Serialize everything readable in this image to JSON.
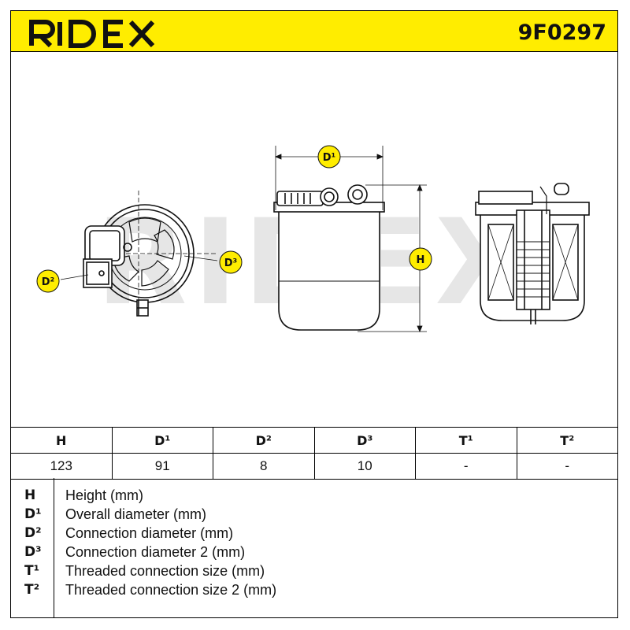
{
  "brand": {
    "name": "RIDEX",
    "part_number": "9F0297",
    "header_color": "#ffed00"
  },
  "drawing": {
    "watermark": "RIDEX",
    "labels": {
      "d1": "D¹",
      "d2": "D²",
      "d3": "D³",
      "h": "H"
    }
  },
  "table": {
    "headers": [
      "H",
      "D¹",
      "D²",
      "D³",
      "T¹",
      "T²"
    ],
    "values": [
      "123",
      "91",
      "8",
      "10",
      "-",
      "-"
    ]
  },
  "legend": [
    {
      "symbol": "H",
      "description": "Height (mm)"
    },
    {
      "symbol": "D¹",
      "description": "Overall diameter (mm)"
    },
    {
      "symbol": "D²",
      "description": "Connection diameter (mm)"
    },
    {
      "symbol": "D³",
      "description": "Connection diameter 2 (mm)"
    },
    {
      "symbol": "T¹",
      "description": "Threaded connection size (mm)"
    },
    {
      "symbol": "T²",
      "description": "Threaded connection size 2 (mm)"
    }
  ]
}
